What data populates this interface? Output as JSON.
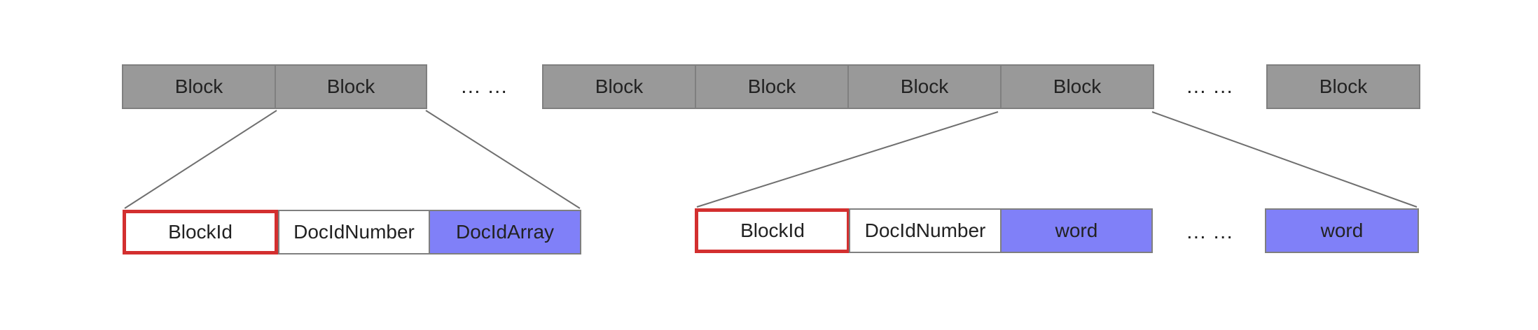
{
  "top_row": {
    "blocks": [
      "Block",
      "Block",
      "Block",
      "Block",
      "Block",
      "Block",
      "Block"
    ],
    "ellipsis_1": "… …",
    "ellipsis_2": "… …"
  },
  "left_detail": {
    "fields": [
      "BlockId",
      "DocIdNumber",
      "DocIdArray"
    ]
  },
  "right_detail": {
    "fields": [
      "BlockId",
      "DocIdNumber",
      "word",
      "word"
    ],
    "ellipsis": "… …"
  },
  "colors": {
    "block_fill": "#999999",
    "block_border": "#7f7f7f",
    "highlight_border": "#d32f2f",
    "purple_fill": "#8080f8",
    "connector": "#6f6f6f"
  }
}
